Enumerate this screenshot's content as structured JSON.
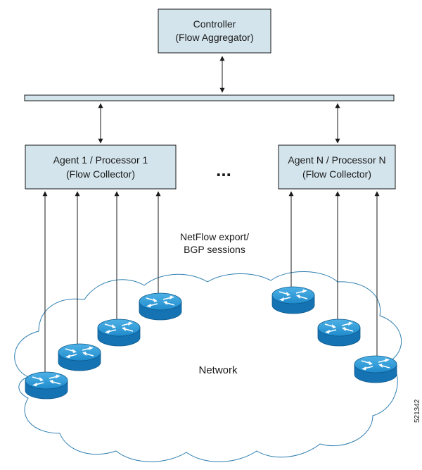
{
  "controller": {
    "line1": "Controller",
    "line2": "(Flow Aggregator)"
  },
  "agent_first": {
    "line1": "Agent 1 / Processor 1",
    "line2": "(Flow Collector)"
  },
  "agent_last": {
    "line1": "Agent N / Processor N",
    "line2": "(Flow Collector)"
  },
  "ellipsis": "...",
  "export_label": {
    "line1": "NetFlow export/",
    "line2": "BGP sessions"
  },
  "network_label": "Network",
  "figure_id": "521342",
  "colors": {
    "box_fill": "#d3e4ec",
    "cloud_stroke": "#2f7fb0",
    "router_body": "#1c7fbf",
    "router_top": "#2f9ad6"
  },
  "icons": {
    "router": "router-icon",
    "arrow": "arrow-head"
  }
}
